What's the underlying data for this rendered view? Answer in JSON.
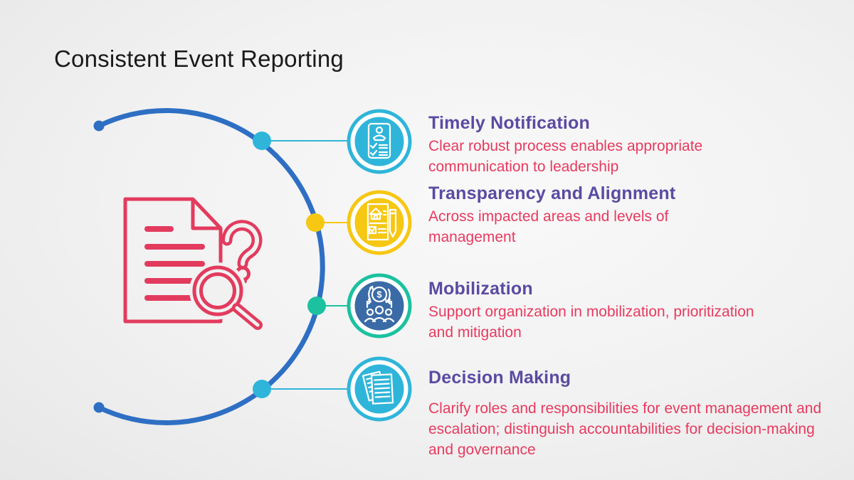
{
  "slide": {
    "title": "Consistent Event Reporting"
  },
  "colors": {
    "title_text": "#1a1a1a",
    "heading_purple": "#5b4aa2",
    "body_pink": "#e83a5f",
    "arc_blue": "#2e6fc4",
    "cyan": "#2fb5da",
    "yellow": "#f6c713",
    "teal": "#1cc19f",
    "navy_blue": "#3a6ba6",
    "artwork_crimson": "#e23b5e"
  },
  "artwork": {
    "icon": "document-question-magnifier-illustration"
  },
  "items": [
    {
      "title": "Timely Notification",
      "description": "Clear robust process enables appropriate communication to leadership",
      "icon": "person-checklist-icon",
      "accent": "#2fb5da"
    },
    {
      "title": "Transparency and Alignment",
      "description": "Across impacted areas and levels of management",
      "icon": "contract-pen-icon",
      "accent": "#f6c713"
    },
    {
      "title": "Mobilization",
      "description": "Support organization in mobilization, prioritization and mitigation",
      "icon": "team-funding-icon",
      "icon_glyph": "$",
      "accent": "#1cc19f"
    },
    {
      "title": "Decision Making",
      "description": "Clarify roles and responsibilities for event management and escalation; distinguish accountabilities for decision-making and governance",
      "icon": "documents-stack-icon",
      "accent": "#2fb5da"
    }
  ]
}
